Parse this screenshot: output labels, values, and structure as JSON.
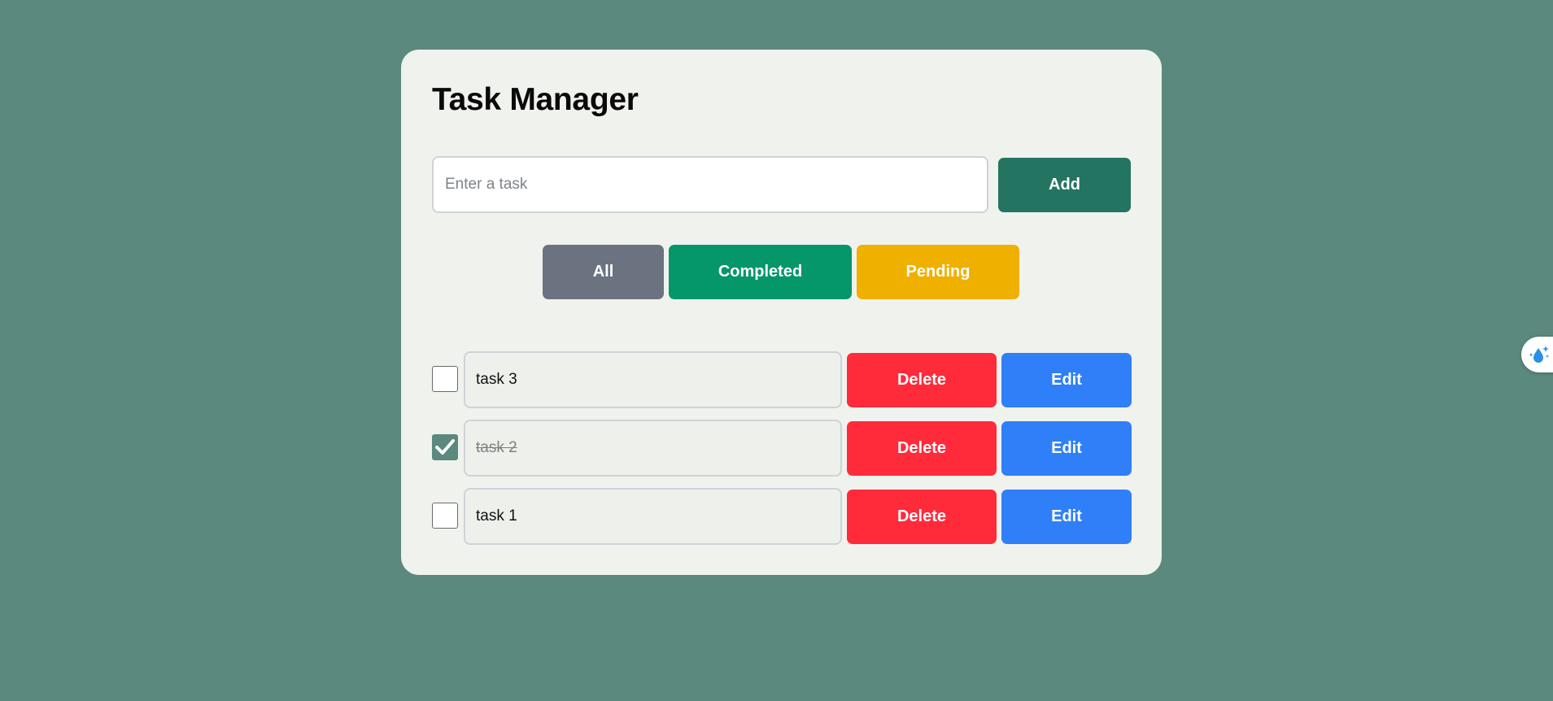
{
  "app": {
    "title": "Task Manager"
  },
  "new_task": {
    "placeholder": "Enter a task",
    "value": "",
    "add_label": "Add"
  },
  "filters": {
    "all_label": "All",
    "completed_label": "Completed",
    "pending_label": "Pending"
  },
  "tasks": [
    {
      "text": "task 3",
      "completed": false,
      "delete_label": "Delete",
      "edit_label": "Edit"
    },
    {
      "text": "task 2",
      "completed": true,
      "delete_label": "Delete",
      "edit_label": "Edit"
    },
    {
      "text": "task 1",
      "completed": false,
      "delete_label": "Delete",
      "edit_label": "Edit"
    }
  ],
  "colors": {
    "background": "#5b897d",
    "card": "#f0f2ed",
    "add_button": "#247462",
    "filter_all": "#6b7280",
    "filter_completed": "#059669",
    "filter_pending": "#f0b000",
    "delete_button": "#ff2a3a",
    "edit_button": "#2f7ff8"
  },
  "icons": {
    "checkbox_checked": "checkmark-icon",
    "extension_badge": "water-drop-sparkle-icon"
  }
}
